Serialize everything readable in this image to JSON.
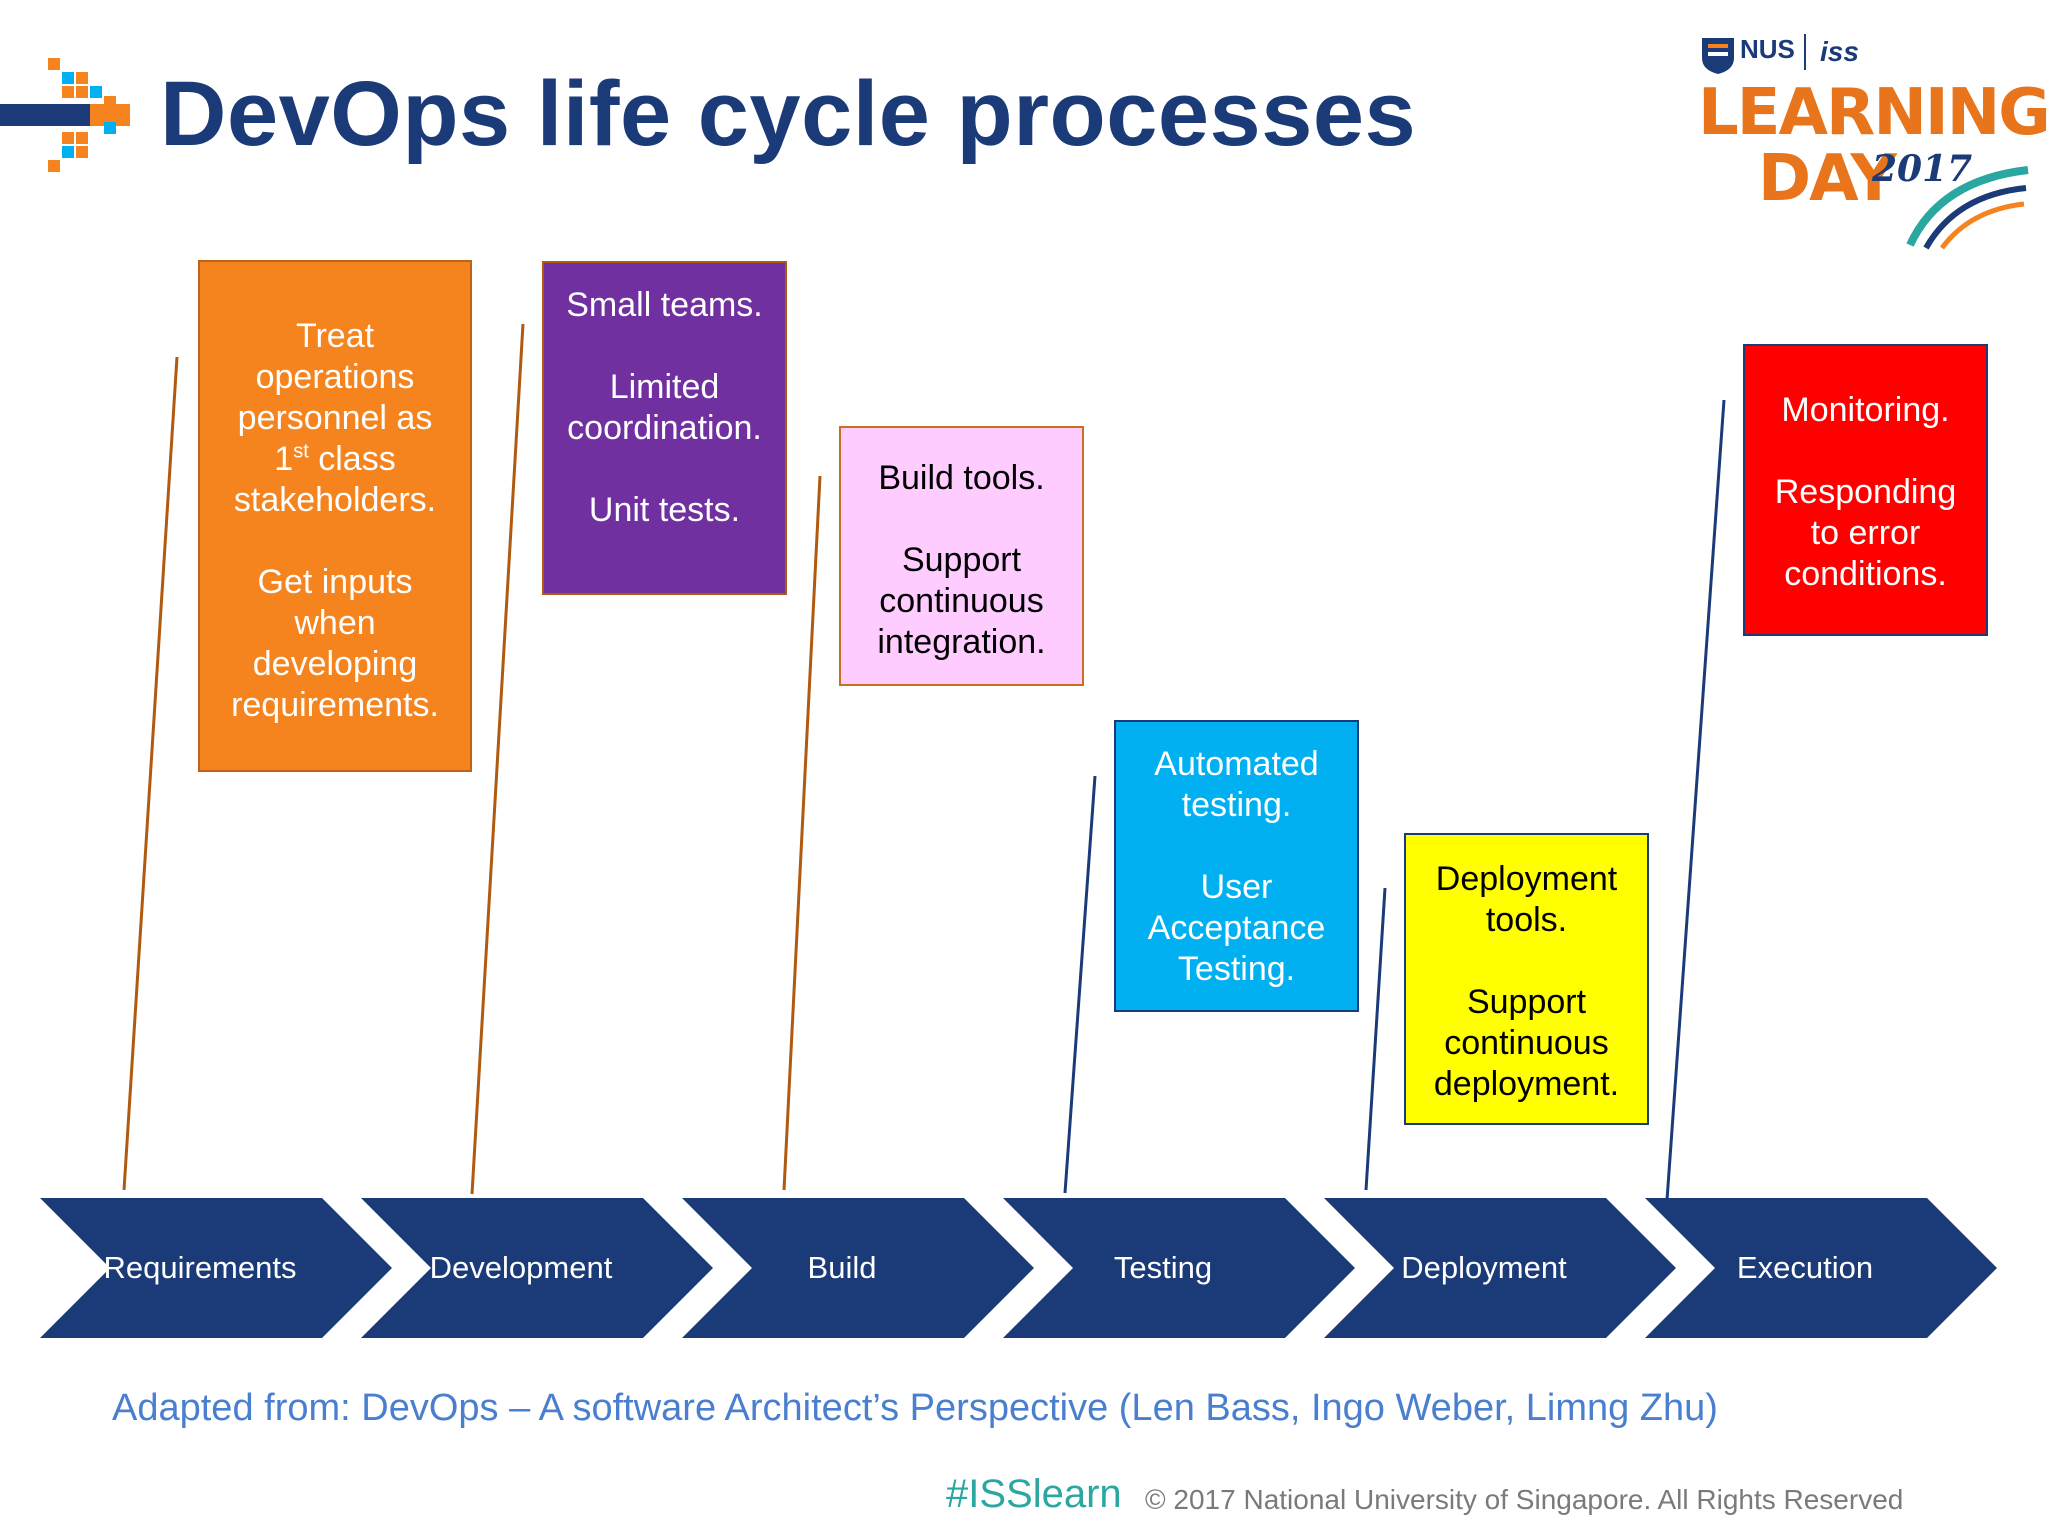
{
  "header": {
    "title": "DevOps life cycle processes"
  },
  "badge": {
    "org_1": "NUS",
    "org_2": "iss",
    "line_1": "LEARNING",
    "line_2": "DAY",
    "year": "2017"
  },
  "colors": {
    "navy": "#1b3a78",
    "orange": "#f5841f",
    "purple": "#7030a0",
    "pink": "#ffccff",
    "cyan": "#00b0f0",
    "yellow": "#ffff00",
    "red": "#ff0000"
  },
  "stages": [
    {
      "label": "Requirements"
    },
    {
      "label": "Development"
    },
    {
      "label": "Build"
    },
    {
      "label": "Testing"
    },
    {
      "label": "Deployment"
    },
    {
      "label": "Execution"
    }
  ],
  "boxes": {
    "requirements": {
      "l1": "Treat",
      "l2": "operations",
      "l3": "personnel as",
      "l4_num": "1",
      "l4_sup": "st",
      "l4_rest": " class",
      "l5": "stakeholders.",
      "l6": "Get inputs",
      "l7": "when",
      "l8": "developing",
      "l9": "requirements."
    },
    "development": {
      "l1": "Small teams.",
      "l2": "Limited",
      "l3": "coordination.",
      "l4": "Unit tests."
    },
    "build": {
      "l1": "Build tools.",
      "l2": "Support",
      "l3": "continuous",
      "l4": "integration."
    },
    "testing": {
      "l1": "Automated",
      "l2": "testing.",
      "l3": "User",
      "l4": "Acceptance",
      "l5": "Testing."
    },
    "deployment": {
      "l1": "Deployment",
      "l2": "tools.",
      "l3": "Support",
      "l4": "continuous",
      "l5": "deployment."
    },
    "execution": {
      "l1": "Monitoring.",
      "l2": "Responding",
      "l3": "to error",
      "l4": "conditions."
    }
  },
  "footer": {
    "source": "Adapted from: DevOps – A software Architect’s Perspective (Len Bass, Ingo Weber, Limng Zhu)",
    "hashtag": "#ISSlearn",
    "copyright": "© 2017 National University of Singapore. All Rights Reserved"
  }
}
